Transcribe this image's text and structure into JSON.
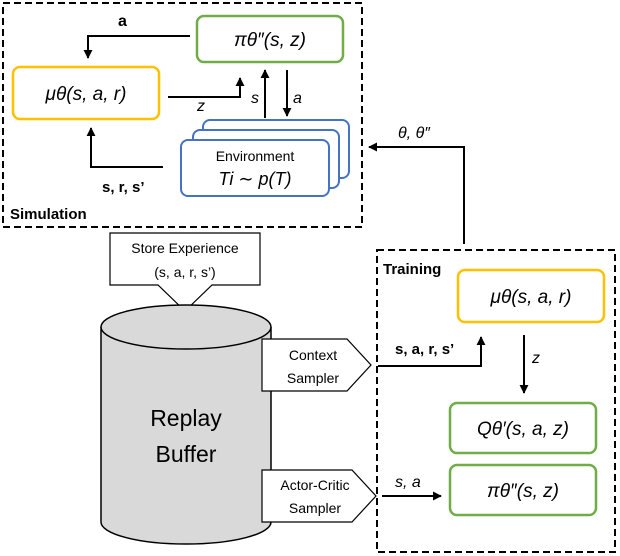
{
  "simulation": {
    "label": "Simulation",
    "mu_box": "μθ(s, a, r)",
    "pi_box": "πθ″(s, z)",
    "env_title": "Environment",
    "env_formula": "Ti ∼ p(T)",
    "arrow_a": "a",
    "arrow_z": "z",
    "arrow_s": "s",
    "arrow_a2": "a",
    "arrow_sample": "s, r, s’"
  },
  "store": {
    "line1": "Store Experience",
    "line2": "(s, a, r, s’)"
  },
  "buffer": {
    "line1": "Replay",
    "line2": "Buffer"
  },
  "context_sampler": {
    "line1": "Context",
    "line2": "Sampler",
    "output": "s, a, r, s’"
  },
  "actor_critic_sampler": {
    "line1": "Actor-Critic",
    "line2": "Sampler",
    "output": "s, a"
  },
  "training": {
    "label": "Training",
    "mu_box": "μθ(s, a, r)",
    "q_box": "Qθ′(s, a, z)",
    "pi_box": "πθ″(s, z)",
    "arrow_z": "z"
  },
  "params_label": "θ, θ″",
  "colors": {
    "policy_box": "#70ad47",
    "encoder_box": "#ffc000",
    "environment_box": "#4472c4"
  }
}
